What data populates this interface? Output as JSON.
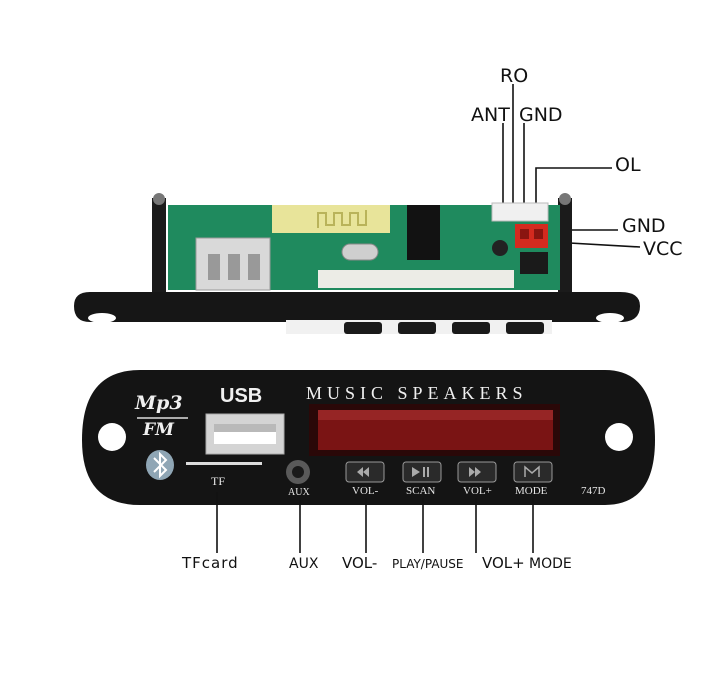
{
  "top_labels": {
    "ro": "RO",
    "ant": "ANT",
    "gnd_top": "GND",
    "ol": "OL",
    "gnd_right": "GND",
    "vcc": "VCC"
  },
  "panel": {
    "logo_mp3": "Mp3",
    "logo_fm": "FM",
    "usb": "USB",
    "title": "MUSIC SPEAKERS",
    "tf": "TF",
    "aux": "AUX",
    "btn_vol_minus": "VOL-",
    "btn_scan": "SCAN",
    "btn_vol_plus": "VOL+",
    "btn_mode": "MODE",
    "model": "747D"
  },
  "bottom_labels": {
    "tfcard": "TFcard",
    "aux": "AUX",
    "vol_minus": "VOL-",
    "play_pause": "PLAY/PAUSE",
    "vol_plus": "VOL+",
    "mode": "MODE"
  },
  "colors": {
    "panel": "#141414",
    "pcb": "#1f8a5e",
    "display": "#7a1414",
    "connector_red": "#d42a1f"
  }
}
